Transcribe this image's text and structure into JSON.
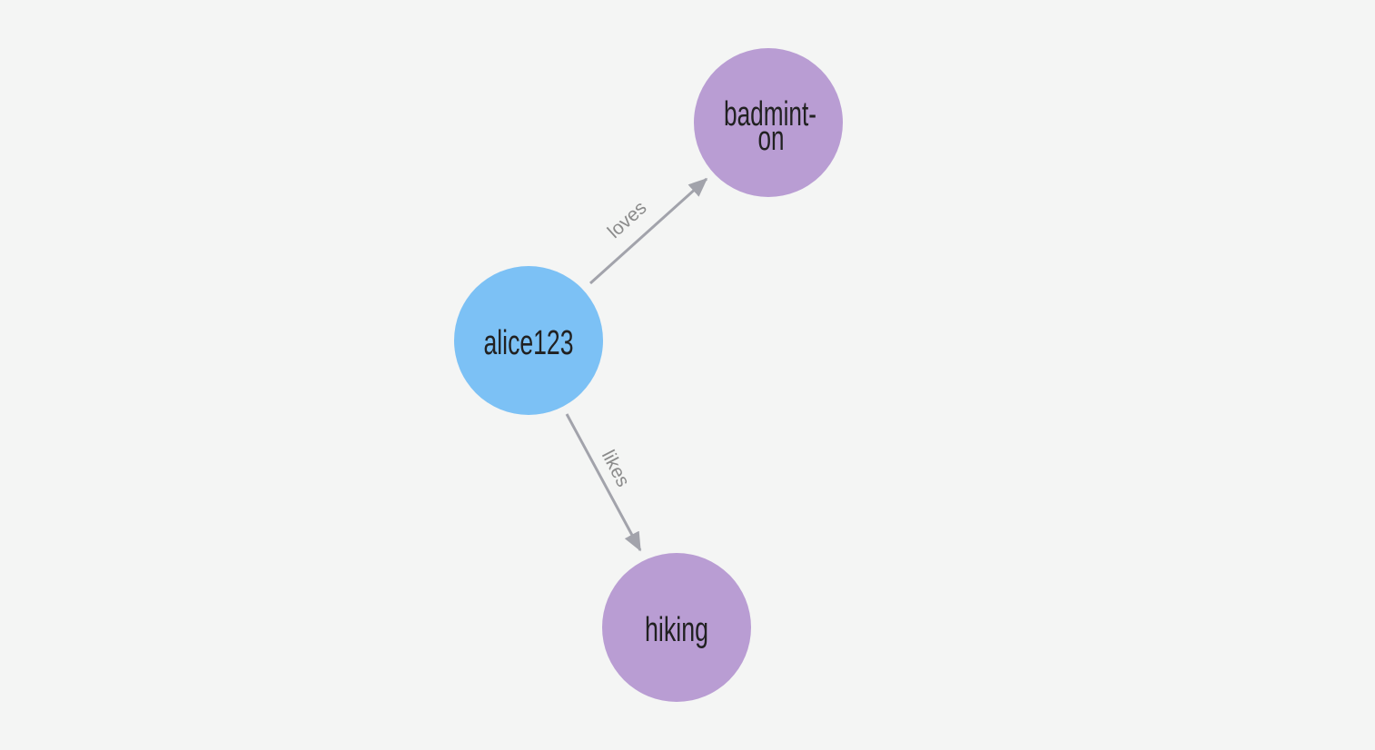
{
  "canvas": {
    "background_color": "#f4f5f4"
  },
  "graph": {
    "style": {
      "edge_color": "#a2a3ab",
      "edge_label_color": "#8b8b8b",
      "node_label_color": "#212121"
    },
    "nodes": [
      {
        "label": "alice123",
        "color": "#7cc1f5"
      },
      {
        "label": "badminton",
        "display_lines": [
          "badmint-",
          "on"
        ],
        "color": "#b99dd3"
      },
      {
        "label": "hiking",
        "color": "#b99dd3"
      }
    ],
    "edges": [
      {
        "label": "loves",
        "source": "alice123",
        "target": "badminton"
      },
      {
        "label": "likes",
        "source": "alice123",
        "target": "hiking"
      }
    ]
  }
}
